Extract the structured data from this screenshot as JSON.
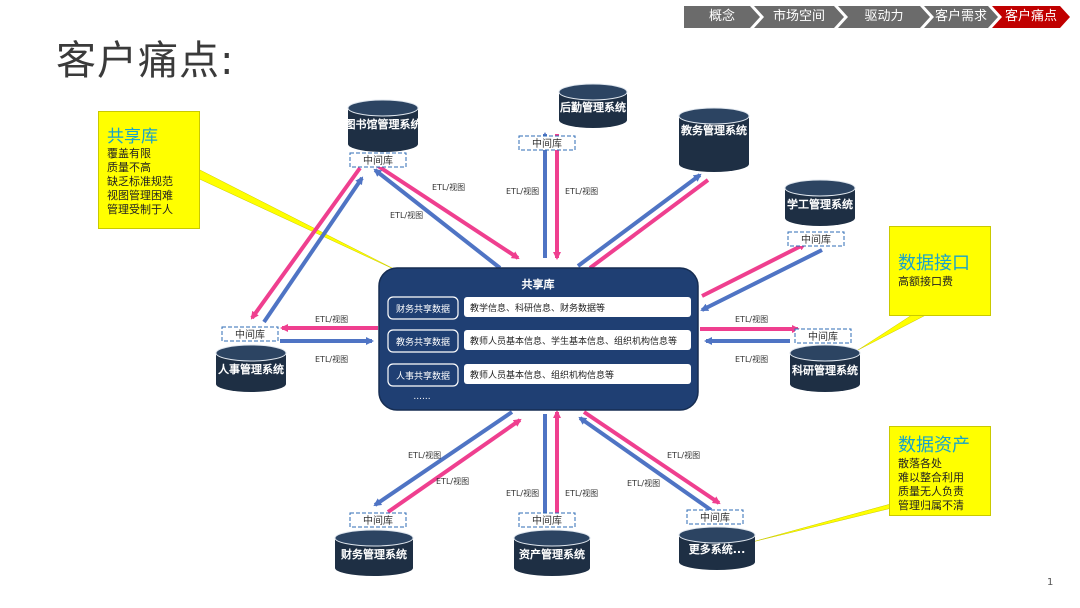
{
  "title": "客户痛点:",
  "breadcrumb": [
    {
      "label": "概念",
      "active": false
    },
    {
      "label": "市场空间",
      "active": false
    },
    {
      "label": "驱动力",
      "active": false
    },
    {
      "label": "客户需求",
      "active": false
    },
    {
      "label": "客户痛点",
      "active": true
    }
  ],
  "hub": {
    "title": "共享库",
    "rows": [
      {
        "tag": "财务共享数据",
        "content": "教学信息、科研信息、财务数据等"
      },
      {
        "tag": "教务共享数据",
        "content": "教师人员基本信息、学生基本信息、组织机构信息等"
      },
      {
        "tag": "人事共享数据",
        "content": "教师人员基本信息、组织机构信息等"
      }
    ],
    "more": "......"
  },
  "systems": {
    "library": "图书馆管理系统",
    "logistics": "后勤管理系统",
    "academic": "教务管理系统",
    "student": "学工管理系统",
    "research": "科研管理系统",
    "more": "更多系统...",
    "assets": "资产管理系统",
    "finance": "财务管理系统",
    "hr": "人事管理系统"
  },
  "middle_label": "中间库",
  "etl_label": "ETL/视图",
  "callouts": {
    "shared": {
      "title": "共享库",
      "lines": [
        "覆盖有限",
        "质量不高",
        "缺乏标准规范",
        "视图管理困难",
        "管理受制于人"
      ]
    },
    "interface": {
      "title": "数据接口",
      "lines": [
        "高额接口费"
      ]
    },
    "assets": {
      "title": "数据资产",
      "lines": [
        "散落各处",
        "难以整合利用",
        "质量无人负责",
        "管理归属不清"
      ]
    }
  },
  "colors": {
    "pink": "#ef3f8f",
    "blue": "#4f74c4",
    "hub": "#1f3f73",
    "db": "#1e2f44",
    "callout": "#ffff00",
    "breadcrumb": "#6b6b6b",
    "breadcrumb_active": "#c00000"
  },
  "page_number": "1"
}
